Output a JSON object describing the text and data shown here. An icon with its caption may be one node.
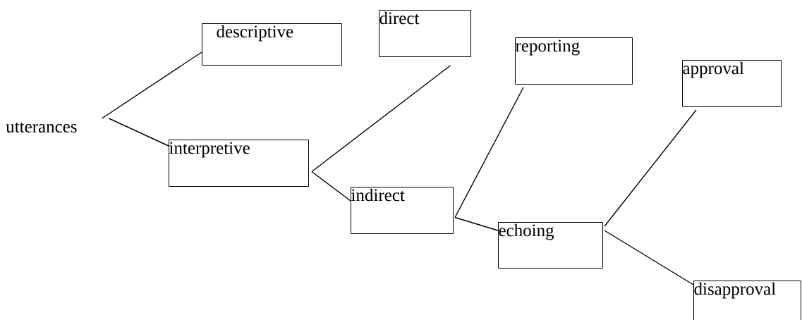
{
  "diagram": {
    "nodes": [
      {
        "text": [
          "utterances"
        ]
      },
      {
        "text": [
          "descriptive"
        ]
      },
      {
        "text": [
          "interpretive"
        ]
      },
      {
        "text": [
          "direct"
        ]
      },
      {
        "text": [
          "indirect"
        ]
      },
      {
        "text": [
          "reporting"
        ]
      },
      {
        "text": [
          "echoing"
        ]
      },
      {
        "text": [
          "approval"
        ]
      },
      {
        "text": [
          "disapproval"
        ]
      }
    ],
    "edges": [
      {
        "from": 0,
        "to": 1,
        "arrow": "none"
      },
      {
        "from": 0,
        "to": 2,
        "arrow": "none"
      },
      {
        "from": 2,
        "to": 3,
        "arrow": "none"
      },
      {
        "from": 2,
        "to": 4,
        "arrow": "none"
      },
      {
        "from": 4,
        "to": 5,
        "arrow": "none"
      },
      {
        "from": 4,
        "to": 6,
        "arrow": "none"
      },
      {
        "from": 6,
        "to": 7,
        "arrow": "none"
      },
      {
        "from": 6,
        "to": 8,
        "arrow": "none"
      }
    ]
  }
}
